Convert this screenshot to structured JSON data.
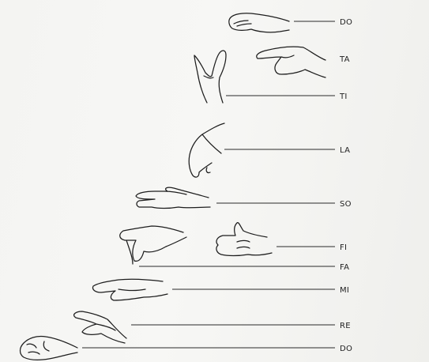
{
  "diagram": {
    "signs": [
      {
        "syllable": "DO"
      },
      {
        "syllable": "TA"
      },
      {
        "syllable": "TI"
      },
      {
        "syllable": "LA"
      },
      {
        "syllable": "SO"
      },
      {
        "syllable": "FI"
      },
      {
        "syllable": "FA"
      },
      {
        "syllable": "MI"
      },
      {
        "syllable": "RE"
      },
      {
        "syllable": "DO"
      }
    ],
    "colors": {
      "ink": "#1e1e1e",
      "paper": "#f5f5f3"
    }
  }
}
